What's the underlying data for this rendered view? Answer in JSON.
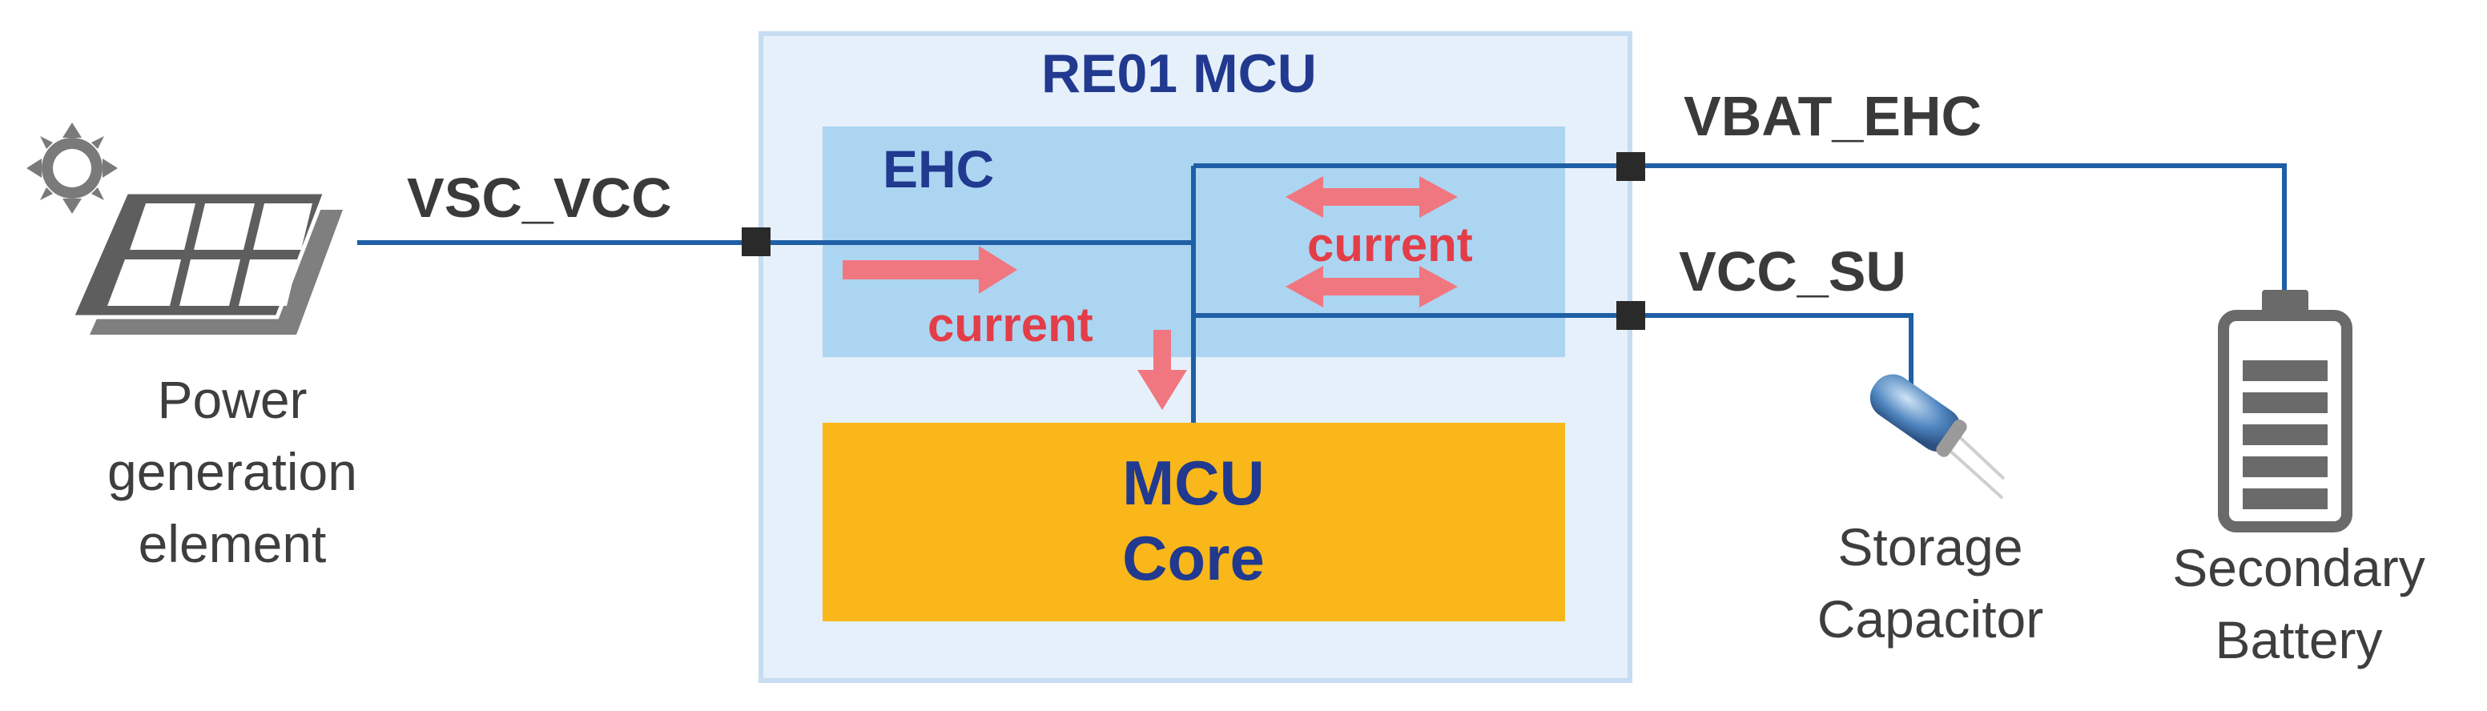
{
  "mcu_title": "RE01 MCU",
  "ehc_label": "EHC",
  "core_label": [
    "MCU",
    "Core"
  ],
  "signals": {
    "vsc": "VSC_VCC",
    "vbat": "VBAT_EHC",
    "vcc_su": "VCC_SU"
  },
  "current_labels": {
    "input": "current",
    "bidirectional": "current"
  },
  "components": {
    "power_generation": [
      "Power",
      "generation",
      "element"
    ],
    "storage_capacitor": [
      "Storage",
      "Capacitor"
    ],
    "secondary_battery": [
      "Secondary",
      "Battery"
    ]
  },
  "colors": {
    "wire": "#1f5fa6",
    "mcu_box": "#e6f0fa",
    "mcu_border": "#c6dcf1",
    "ehc_box": "#acd5f2",
    "core_box": "#f9b719",
    "arrow": "#f0777f",
    "label_blue": "#21398f",
    "label_red": "#e33d47",
    "icon_gray": "#6a6a6a"
  }
}
